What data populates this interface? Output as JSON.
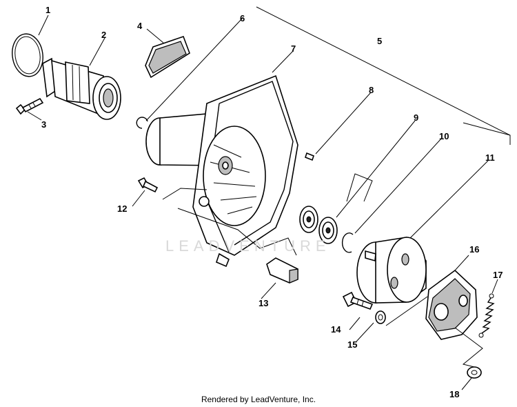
{
  "diagram": {
    "callouts": [
      "1",
      "2",
      "3",
      "4",
      "5",
      "6",
      "7",
      "8",
      "9",
      "10",
      "11",
      "12",
      "13",
      "14",
      "15",
      "16",
      "17",
      "18"
    ],
    "watermark": "LEADVENTURE",
    "footer": "Rendered by LeadVenture, Inc."
  }
}
